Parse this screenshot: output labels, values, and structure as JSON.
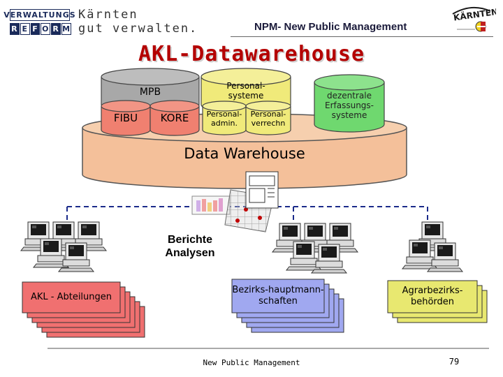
{
  "header": {
    "logo_top": "VERWALTUNGS",
    "logo_bottom_letters": [
      "R",
      "E",
      "F",
      "O",
      "R",
      "M"
    ],
    "tagline_line1": "Kärnten",
    "tagline_line2": "gut verwalten.",
    "subtitle": "NPM- New Public Management",
    "emblem_text": "KÄRNTEN"
  },
  "title": "AKL-Datawarehouse",
  "warehouse": {
    "base_label": "Data Warehouse",
    "mpb": "MPB",
    "fibu": "FIBU",
    "kore": "KORE",
    "personal": "Personal-systeme",
    "personal_admin": "Personal-admin.",
    "personal_verrechn": "Personal-verrechn",
    "dezentral": "dezentrale Erfassungs-systeme"
  },
  "reports_label_line1": "Berichte",
  "reports_label_line2": "Analysen",
  "groups": {
    "left": "AKL - Abteilungen",
    "middle": "Bezirks-hauptmann-schaften",
    "right": "Agrarbezirks-behörden"
  },
  "colors": {
    "title_red": "#b40000",
    "base_salmon": "#f4c09a",
    "fibu_red": "#f08070",
    "mpb_gray": "#a8a8a8",
    "personal_yellow": "#f0ea7a",
    "dezentral_green": "#6fd86f",
    "left_card_red": "#f07070",
    "middle_card_blue": "#a0a8f0",
    "right_card_yellow": "#e8e870",
    "accent_blue": "#1a2a8a"
  },
  "footer": {
    "text": "New Public Management",
    "page": "79"
  }
}
